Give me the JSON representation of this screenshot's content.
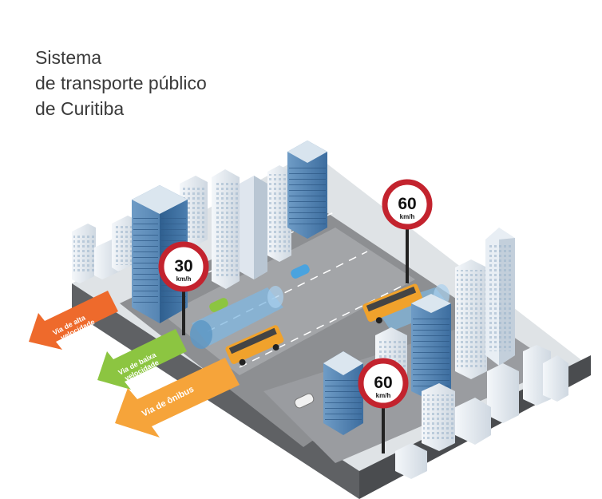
{
  "title": {
    "line1": "Sistema",
    "line2": "de transporte público",
    "line3": "de Curitiba"
  },
  "signs": [
    {
      "id": "sign-left",
      "speed": "30",
      "unit": "km/h"
    },
    {
      "id": "sign-right-top",
      "speed": "60",
      "unit": "km/h"
    },
    {
      "id": "sign-right-bottom",
      "speed": "60",
      "unit": "km/h"
    }
  ],
  "arrows": [
    {
      "id": "arrow-alta",
      "line1": "Via de alta",
      "line2": "velocidade",
      "color": "#ee6a2c"
    },
    {
      "id": "arrow-baixa",
      "line1": "Via de baixa",
      "line2": "velocidade",
      "color": "#8cc541"
    },
    {
      "id": "arrow-onibus",
      "line1": "Via de ônibus",
      "line2": "",
      "color": "#f6a43a"
    }
  ],
  "colors": {
    "road": "#8d8f92",
    "road_light": "#a3a5a8",
    "platform_edge": "#5f6164",
    "sign_ring": "#c3232e",
    "bus": "#f0a22c",
    "tube": "#7fb7e0",
    "building_glass": "#4f7fb0",
    "building_white": "#e8eef4"
  }
}
